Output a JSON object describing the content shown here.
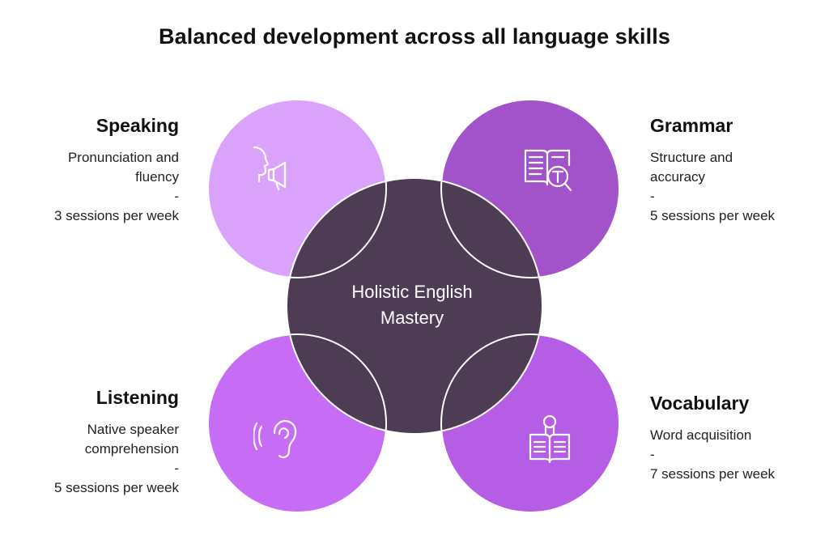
{
  "title": "Balanced development across all language skills",
  "center": {
    "line1": "Holistic English",
    "line2": "Mastery"
  },
  "colors": {
    "speaking": "#dba2fb",
    "grammar": "#a253c9",
    "listening": "#c76cf5",
    "vocabulary": "#b55de4",
    "center": "#4e3c55",
    "outline": "#ffffff"
  },
  "skills": {
    "speaking": {
      "title": "Speaking",
      "line1": "Pronunciation and",
      "line2": "fluency",
      "separator": "-",
      "frequency": "3 sessions per week",
      "icon": "speaking-megaphone-icon"
    },
    "grammar": {
      "title": "Grammar",
      "line1": "Structure and",
      "line2": "accuracy",
      "separator": "-",
      "frequency": "5 sessions per week",
      "icon": "grammar-book-magnifier-icon"
    },
    "listening": {
      "title": "Listening",
      "line1": "Native speaker",
      "line2": "comprehension",
      "separator": "-",
      "frequency": "5 sessions per week",
      "icon": "listening-ear-icon"
    },
    "vocabulary": {
      "title": "Vocabulary",
      "line1": "Word acquisition",
      "separator": "-",
      "frequency": "7 sessions per week",
      "icon": "vocabulary-reader-icon"
    }
  }
}
